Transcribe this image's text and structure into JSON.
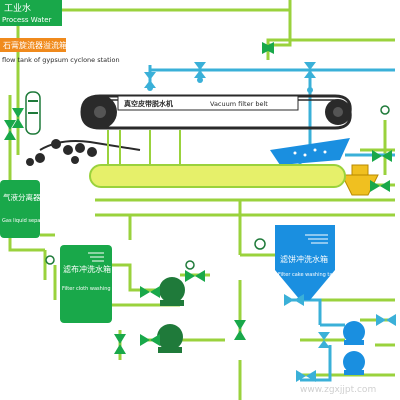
{
  "labels": {
    "process_water_cn": "工业水",
    "process_water_en": "Process Water",
    "overflow_tank_cn": "石膏旋流器溢流箱",
    "overflow_tank_en": "flow tank of gypsum cyclone station",
    "vacuum_belt_cn": "真空皮带脱水机",
    "vacuum_belt_en": "Vacuum filter belt",
    "gas_separator_cn": "气液分离器",
    "gas_separator_en": "Gas liquid separator",
    "cloth_tank_cn": "滤布冲洗水箱",
    "cloth_tank_en": "Filter cloth washing tank",
    "cake_tank_cn": "滤饼冲洗水箱",
    "cake_tank_en": "Filter cake washing tank",
    "watermark": "www.zgxjjpt.com"
  },
  "colors": {
    "water_line": "#9ad23c",
    "slurry_line": "#3ab0d8",
    "label_green": "#19a84a",
    "label_orange": "#f08a1c",
    "trough_yellow": "#e6f06a",
    "tank_blue": "#1a8fe0",
    "pump_green": "#1f7a3a",
    "hopper_yellow": "#f0c020",
    "belt_dark": "#2a2a2a"
  },
  "icons": [
    "valve-icon",
    "pump-icon",
    "pressure-gauge-icon",
    "roller-icon",
    "hopper-icon"
  ]
}
